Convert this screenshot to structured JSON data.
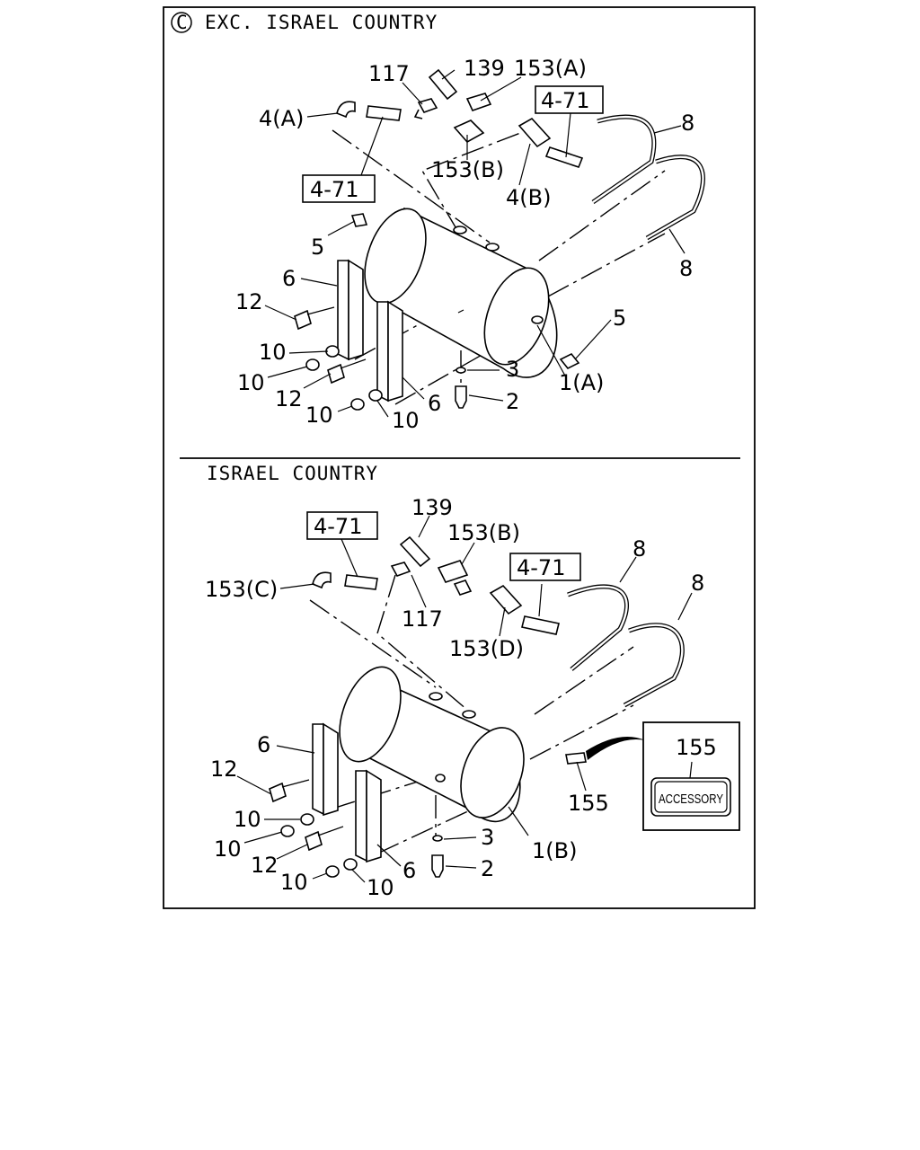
{
  "sections": [
    {
      "header_symbol": "C",
      "header": "EXC. ISRAEL COUNTRY"
    },
    {
      "header": "ISRAEL COUNTRY"
    }
  ],
  "top": {
    "ref_box_1": "4-71",
    "ref_box_2": "4-71",
    "labels": {
      "p117": "117",
      "p139": "139",
      "p153a": "153(A)",
      "p4a": "4(A)",
      "p153b": "153(B)",
      "p4b": "4(B)",
      "p8a": "8",
      "p8b": "8",
      "p5a": "5",
      "p5b": "5",
      "p6a": "6",
      "p6b": "6",
      "p12a": "12",
      "p12b": "12",
      "p10a": "10",
      "p10b": "10",
      "p10c": "10",
      "p10d": "10",
      "p3": "3",
      "p2": "2",
      "p1a": "1(A)"
    }
  },
  "bottom": {
    "ref_box_1": "4-71",
    "ref_box_2": "4-71",
    "labels": {
      "p139": "139",
      "p153b": "153(B)",
      "p153c": "153(C)",
      "p117": "117",
      "p153d": "153(D)",
      "p8a": "8",
      "p8b": "8",
      "p6a": "6",
      "p6b": "6",
      "p12a": "12",
      "p12b": "12",
      "p10a": "10",
      "p10b": "10",
      "p10c": "10",
      "p10d": "10",
      "p3": "3",
      "p2": "2",
      "p1b": "1(B)",
      "p155": "155"
    },
    "inset": {
      "number": "155",
      "tag": "ACCESSORY"
    }
  }
}
